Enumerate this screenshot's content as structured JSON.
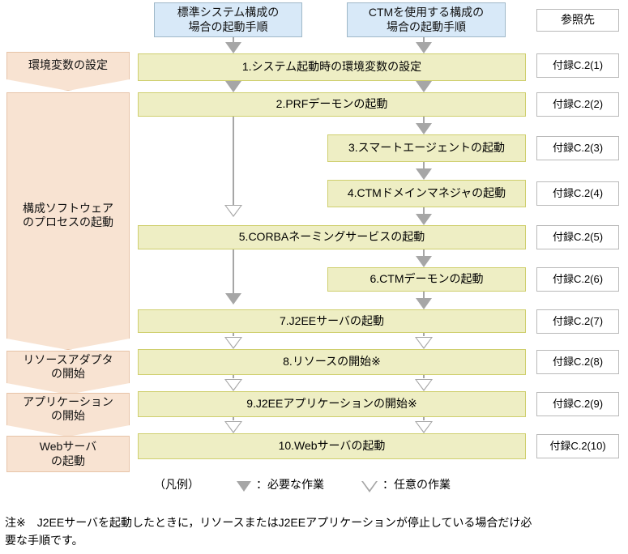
{
  "headers": {
    "standard": {
      "line1": "標準システム構成の",
      "line2": "場合の起動手順"
    },
    "ctm": {
      "line1": "CTMを使用する構成の",
      "line2": "場合の起動手順"
    },
    "reference": "参照先"
  },
  "phases": [
    {
      "id": "env",
      "lines": [
        "環境変数の設定"
      ]
    },
    {
      "id": "software",
      "lines": [
        "構成ソフトウェア",
        "のプロセスの起動"
      ]
    },
    {
      "id": "resource-adapter",
      "lines": [
        "リソースアダプタ",
        "の開始"
      ]
    },
    {
      "id": "application",
      "lines": [
        "アプリケーション",
        "の開始"
      ]
    },
    {
      "id": "web-server",
      "lines": [
        "Webサーバ",
        "の起動"
      ]
    }
  ],
  "steps": [
    {
      "num": "1.",
      "label": "1.システム起動時の環境変数の設定",
      "scope": "both",
      "ref": "付録C.2(1)"
    },
    {
      "num": "2.",
      "label": "2.PRFデーモンの起動",
      "scope": "both",
      "ref": "付録C.2(2)"
    },
    {
      "num": "3.",
      "label": "3.スマートエージェントの起動",
      "scope": "ctm",
      "ref": "付録C.2(3)"
    },
    {
      "num": "4.",
      "label": "4.CTMドメインマネジャの起動",
      "scope": "ctm",
      "ref": "付録C.2(4)"
    },
    {
      "num": "5.",
      "label": "5.CORBAネーミングサービスの起動",
      "scope": "both",
      "ref": "付録C.2(5)"
    },
    {
      "num": "6.",
      "label": "6.CTMデーモンの起動",
      "scope": "ctm",
      "ref": "付録C.2(6)"
    },
    {
      "num": "7.",
      "label": "7.J2EEサーバの起動",
      "scope": "both",
      "ref": "付録C.2(7)"
    },
    {
      "num": "8.",
      "label": "8.リソースの開始※",
      "scope": "both",
      "ref": "付録C.2(8)"
    },
    {
      "num": "9.",
      "label": "9.J2EEアプリケーションの開始※",
      "scope": "both",
      "ref": "付録C.2(9)"
    },
    {
      "num": "10.",
      "label": "10.Webサーバの起動",
      "scope": "both",
      "ref": "付録C.2(10)"
    }
  ],
  "legend": {
    "title": "（凡例）",
    "required_label": "：必要な作業",
    "optional_label": "：任意の作業"
  },
  "footnote": {
    "line1": "注※　J2EEサーバを起動したときに，リソースまたはJ2EEアプリケーションが停止している場合だけ必",
    "line2": "要な手順です。"
  },
  "colors": {
    "process_fill": "#eeeec4",
    "process_border": "#cfcf6e",
    "header_fill": "#d8e9f8",
    "header_border": "#9fb8c8",
    "phase_fill": "#f8e3d2",
    "phase_border": "#e7c4a8",
    "arrow": "#a6a6a6",
    "reference_border": "#b9b9b9"
  }
}
